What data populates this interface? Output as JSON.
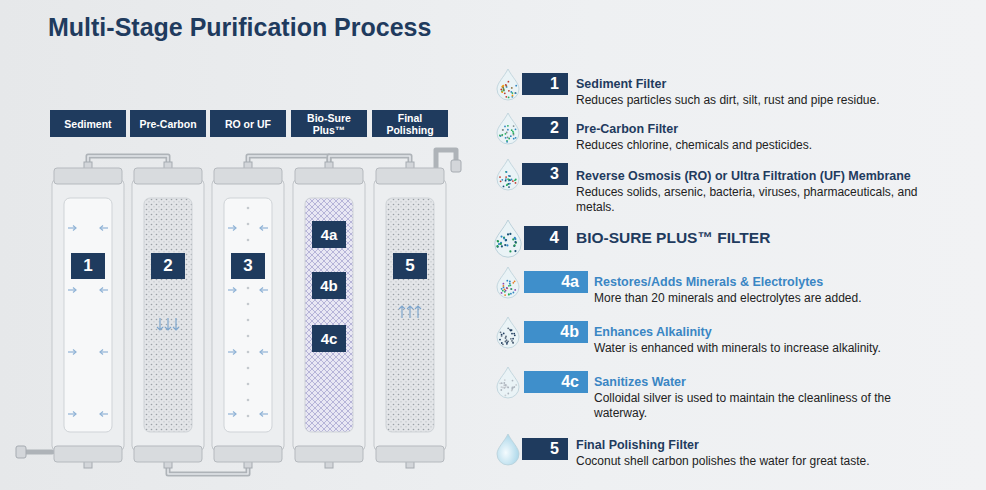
{
  "diagram": {
    "title": "Multi-Stage Purification Process",
    "nodes": [
      {
        "text": [
          "Sediment",
          "1"
        ]
      },
      {
        "text": [
          "Pre-Carbon",
          "2"
        ]
      },
      {
        "text": [
          "RO or UF",
          "3"
        ]
      },
      {
        "text": [
          "Bio-Sure Plus™"
        ]
      },
      {
        "text": [
          "4a"
        ],
        "in": 3
      },
      {
        "text": [
          "4b"
        ],
        "in": 3
      },
      {
        "text": [
          "4c"
        ],
        "in": 3
      },
      {
        "text": [
          "Final Polishing",
          "5"
        ]
      },
      {
        "text": [
          "1"
        ]
      },
      {
        "text": [
          "2"
        ]
      },
      {
        "text": [
          "3"
        ]
      },
      {
        "text": [
          "4"
        ]
      },
      {
        "text": [
          "4a"
        ]
      },
      {
        "text": [
          "4b"
        ]
      },
      {
        "text": [
          "4c"
        ]
      },
      {
        "text": [
          "5"
        ]
      }
    ],
    "edges": [
      {
        "from": 0,
        "to": 1,
        "arrow": "none"
      },
      {
        "from": 1,
        "to": 2,
        "arrow": "none"
      },
      {
        "from": 2,
        "to": 3,
        "arrow": "none"
      },
      {
        "from": 3,
        "to": 7,
        "arrow": "none"
      }
    ],
    "labels": [
      "Sediment Filter",
      "Reduces particles such as dirt, silt, rust and pipe residue.",
      "Pre-Carbon Filter",
      "Reduces chlorine, chemicals and pesticides.",
      "Reverse Osmosis (RO) or Ultra Filtration (UF) Membrane",
      "Reduces solids, arsenic, bacteria, viruses, pharmaceuticals, and metals.",
      "BIO-SURE PLUS™ FILTER",
      "Restores/Adds Minerals & Electrolytes",
      "More than 20 minerals and electrolytes are added.",
      "Enhances Alkalinity",
      "Water is enhanced with minerals to increase alkalinity.",
      "Sanitizes Water",
      "Colloidal silver is used to maintain the cleanliness of the waterway.",
      "Final Polishing Filter",
      "Coconut shell carbon polishes the water for great taste."
    ]
  }
}
